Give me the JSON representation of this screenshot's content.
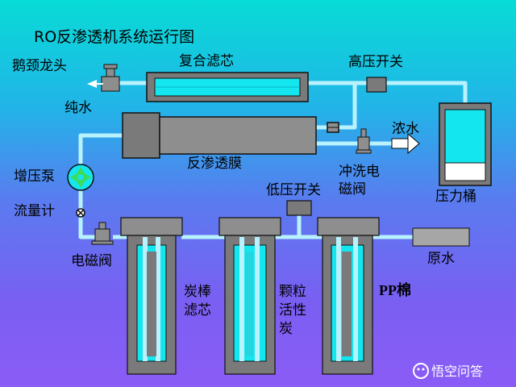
{
  "title": "RO反渗透机系统运行图",
  "labels": {
    "faucet": "鹅颈龙头",
    "pure_water": "纯水",
    "composite_filter": "复合滤芯",
    "high_pressure_switch": "高压开关",
    "concentrate": "浓水",
    "ro_membrane": "反渗透膜",
    "flush_valve_line1": "冲洗电",
    "flush_valve_line2": "磁阀",
    "booster_pump": "增压泵",
    "flow_meter": "流量计",
    "low_pressure_switch": "低压开关",
    "pressure_tank": "压力桶",
    "solenoid_valve": "电磁阀",
    "raw_water": "原水",
    "carbon_block_line1": "炭棒",
    "carbon_block_line2": "滤芯",
    "gac_line1": "颗粒",
    "gac_line2": "活性",
    "gac_line3": "炭",
    "pp_cotton": "PP棉"
  },
  "watermark": "悟空问答",
  "colors": {
    "pipe": "#b8f2ff",
    "water": "#14e6f0",
    "housing": "#7a7a7a",
    "cap": "#8e8e8e",
    "frame": "#111111"
  }
}
